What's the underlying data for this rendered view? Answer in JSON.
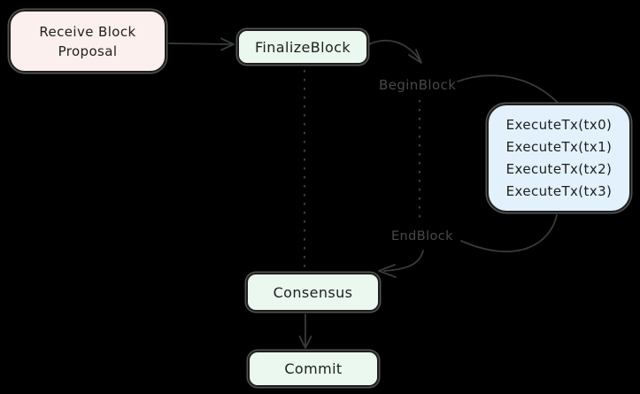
{
  "nodes": {
    "receive_block_proposal": {
      "lines": [
        "Receive Block",
        "Proposal"
      ]
    },
    "finalize_block": {
      "label": "FinalizeBlock"
    },
    "begin_block": {
      "label": "BeginBlock"
    },
    "execute_tx": {
      "lines": [
        "ExecuteTx(tx0)",
        "ExecuteTx(tx1)",
        "ExecuteTx(tx2)",
        "ExecuteTx(tx3)"
      ]
    },
    "end_block": {
      "label": "EndBlock"
    },
    "consensus": {
      "label": "Consensus"
    },
    "commit": {
      "label": "Commit"
    }
  },
  "edges": [
    {
      "from": "Receive Block Proposal",
      "to": "FinalizeBlock",
      "style": "solid-arrow"
    },
    {
      "from": "FinalizeBlock",
      "to": "BeginBlock",
      "style": "curved-arrow"
    },
    {
      "from": "BeginBlock",
      "to": "ExecuteTx box",
      "style": "curve"
    },
    {
      "from": "ExecuteTx box",
      "to": "EndBlock",
      "style": "curve"
    },
    {
      "from": "EndBlock",
      "to": "Consensus",
      "style": "curved-arrow"
    },
    {
      "from": "Consensus",
      "to": "Commit",
      "style": "solid-arrow"
    },
    {
      "from": "FinalizeBlock",
      "to": "Consensus",
      "style": "dotted"
    },
    {
      "from": "BeginBlock",
      "to": "EndBlock",
      "style": "dotted"
    }
  ],
  "colors": {
    "background": "#000000",
    "node_pink_fill": "#fcf0ee",
    "node_green_fill": "#eaf8f0",
    "node_blue_fill": "#e2f1fb",
    "node_border": "#1f1f1f",
    "node_outer_halo": "#525252",
    "node_text": "#1d1f1e",
    "phase_label_text": "#46494c",
    "connector_stroke": "#383b39",
    "dotted_stroke": "#3d3d3d"
  }
}
